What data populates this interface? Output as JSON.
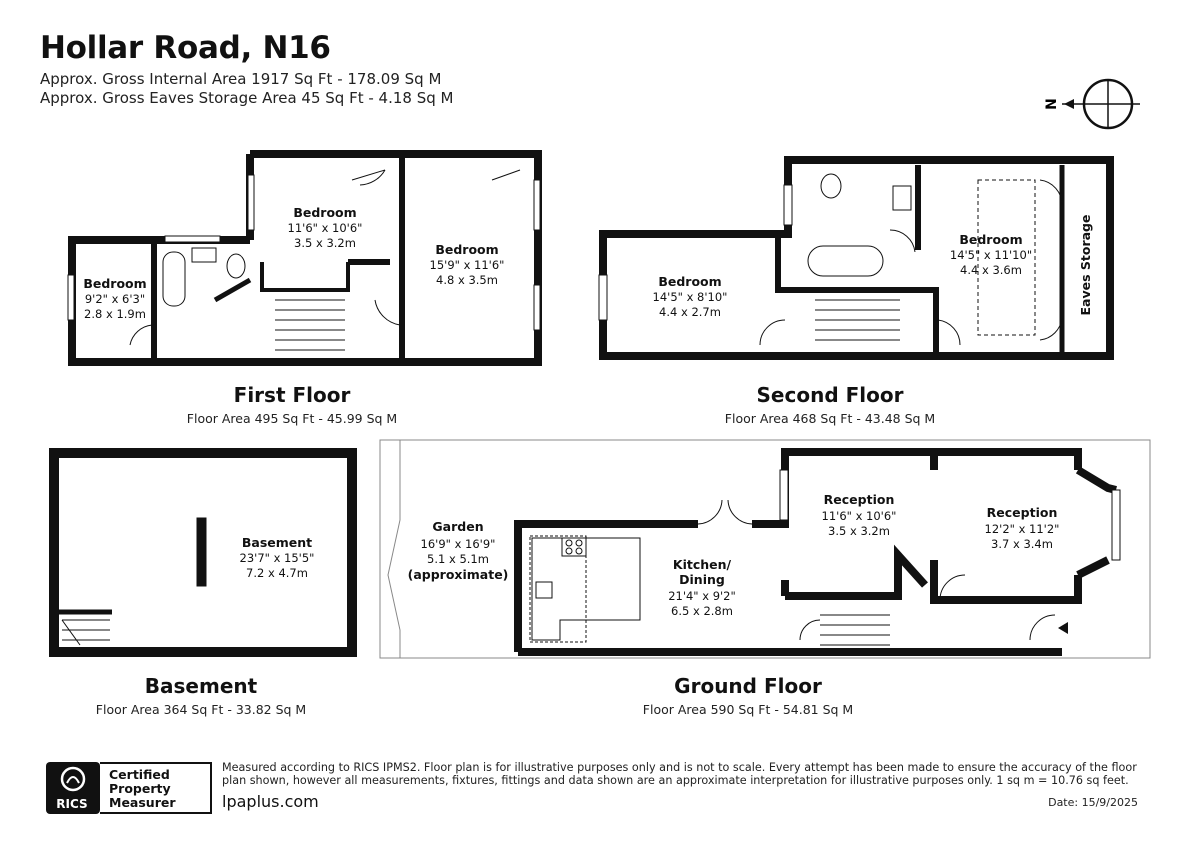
{
  "header": {
    "title": "Hollar Road, N16",
    "internal_area": "Approx. Gross Internal Area 1917 Sq Ft - 178.09 Sq M",
    "eaves_area": "Approx. Gross Eaves Storage Area 45 Sq Ft - 4.18 Sq M",
    "compass_label": "N"
  },
  "floors": {
    "first": {
      "name": "First Floor",
      "area": "Floor Area 495 Sq Ft - 45.99 Sq M",
      "rooms": [
        {
          "name": "Bedroom",
          "imperial": "11'6\" x 10'6\"",
          "metric": "3.5 x 3.2m"
        },
        {
          "name": "Bedroom",
          "imperial": "15'9\" x 11'6\"",
          "metric": "4.8 x 3.5m"
        },
        {
          "name": "Bedroom",
          "imperial": "9'2\" x 6'3\"",
          "metric": "2.8 x 1.9m"
        }
      ]
    },
    "second": {
      "name": "Second Floor",
      "area": "Floor Area 468 Sq Ft - 43.48 Sq M",
      "rooms": [
        {
          "name": "Bedroom",
          "imperial": "14'5\" x 8'10\"",
          "metric": "4.4 x 2.7m"
        },
        {
          "name": "Bedroom",
          "imperial": "14'5\" x 11'10\"",
          "metric": "4.4 x 3.6m"
        }
      ],
      "eaves": "Eaves Storage"
    },
    "basement": {
      "name": "Basement",
      "area": "Floor Area 364 Sq Ft - 33.82 Sq M",
      "rooms": [
        {
          "name": "Basement",
          "imperial": "23'7\" x 15'5\"",
          "metric": "7.2 x 4.7m"
        }
      ]
    },
    "ground": {
      "name": "Ground Floor",
      "area": "Floor Area 590 Sq Ft - 54.81 Sq M",
      "garden": {
        "name": "Garden",
        "imperial": "16'9\" x 16'9\"",
        "metric": "5.1 x 5.1m",
        "note": "(approximate)"
      },
      "rooms": [
        {
          "name": "Kitchen/",
          "name2": "Dining",
          "imperial": "21'4\" x 9'2\"",
          "metric": "6.5 x 2.8m"
        },
        {
          "name": "Reception",
          "imperial": "11'6\" x 10'6\"",
          "metric": "3.5 x 3.2m"
        },
        {
          "name": "Reception",
          "imperial": "12'2\" x 11'2\"",
          "metric": "3.7 x 3.4m"
        }
      ]
    }
  },
  "footer": {
    "disclaimer": "Measured according to RICS IPMS2. Floor plan is for illustrative purposes only and is not to scale. Every attempt has been made to ensure the accuracy of the floor plan shown, however all measurements, fixtures, fittings and data shown are an approximate interpretation for illustrative purposes only. 1 sq m = 10.76 sq feet.",
    "website": "lpaplus.com",
    "date": "Date: 15/9/2025",
    "logo_text": "RICS",
    "certified": [
      "Certified",
      "Property",
      "Measurer"
    ]
  }
}
